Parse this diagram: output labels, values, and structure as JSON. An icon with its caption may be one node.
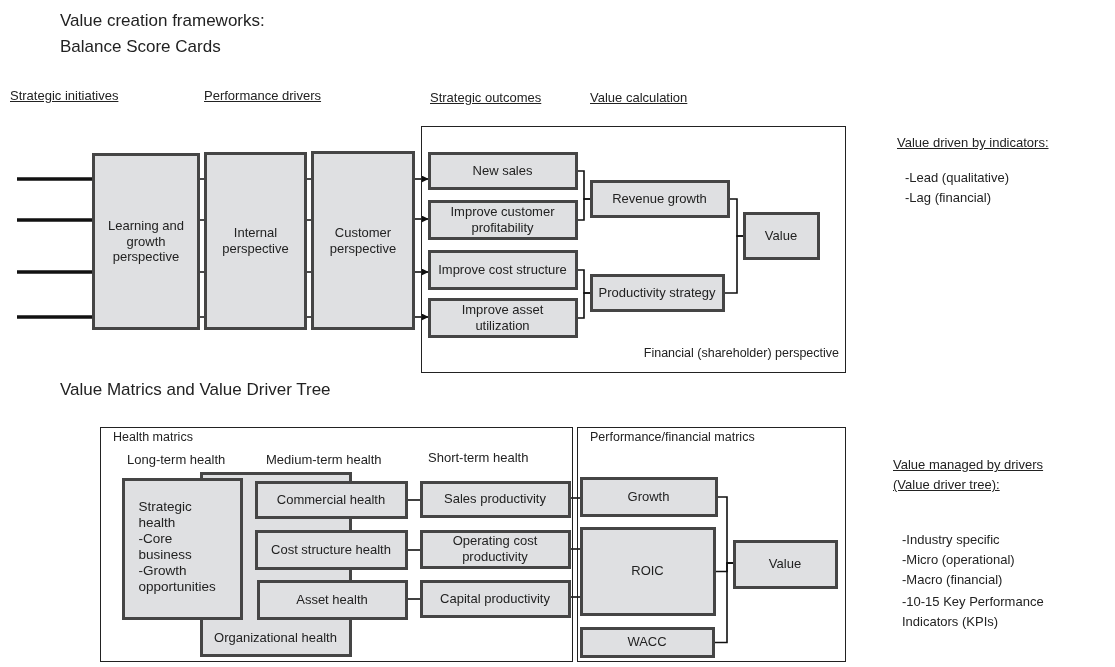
{
  "diagram": {
    "title": "Value creation frameworks: Balance Score Cards",
    "nodes": [
      {
        "text": [
          "Learning and growth perspective"
        ]
      },
      {
        "text": [
          "Internal perspective"
        ]
      },
      {
        "text": [
          "Customer perspective"
        ]
      },
      {
        "text": [
          "Financial (shareholder) perspective"
        ]
      },
      {
        "text": [
          "New sales"
        ],
        "in": 3
      },
      {
        "text": [
          "Improve customer profitability"
        ],
        "in": 3
      },
      {
        "text": [
          "Improve cost structure"
        ],
        "in": 3
      },
      {
        "text": [
          "Improve asset utilization"
        ],
        "in": 3
      },
      {
        "text": [
          "Revenue growth"
        ],
        "in": 3
      },
      {
        "text": [
          "Productivity strategy"
        ],
        "in": 3
      },
      {
        "text": [
          "Value"
        ],
        "in": 3
      },
      {
        "text": [
          "Health matrics"
        ]
      },
      {
        "text": [
          "Strategic health",
          "-Core business",
          "-Growth opportunities"
        ],
        "in": 11
      },
      {
        "text": [
          "Organizational health"
        ],
        "in": 11
      },
      {
        "text": [
          "Commercial health"
        ],
        "in": 11
      },
      {
        "text": [
          "Cost structure health"
        ],
        "in": 11
      },
      {
        "text": [
          "Asset health"
        ],
        "in": 11
      },
      {
        "text": [
          "Sales productivity"
        ],
        "in": 11
      },
      {
        "text": [
          "Operating cost productivity"
        ],
        "in": 11
      },
      {
        "text": [
          "Capital productivity"
        ],
        "in": 11
      },
      {
        "text": [
          "Performance/financial matrics"
        ]
      },
      {
        "text": [
          "Growth"
        ],
        "in": 20
      },
      {
        "text": [
          "ROIC"
        ],
        "in": 20
      },
      {
        "text": [
          "WACC"
        ],
        "in": 20
      },
      {
        "text": [
          "Value"
        ],
        "in": 20
      }
    ],
    "edges": [
      {
        "from": null,
        "to": 0,
        "arrow": "none",
        "style": "thick"
      },
      {
        "from": null,
        "to": 0,
        "arrow": "none",
        "style": "thick"
      },
      {
        "from": null,
        "to": 0,
        "arrow": "none",
        "style": "thick"
      },
      {
        "from": null,
        "to": 0,
        "arrow": "none",
        "style": "thick"
      },
      {
        "from": 0,
        "to": 1,
        "arrow": "none"
      },
      {
        "from": 1,
        "to": 2,
        "arrow": "none"
      },
      {
        "from": 2,
        "to": 4,
        "arrow": "to"
      },
      {
        "from": 2,
        "to": 5,
        "arrow": "to"
      },
      {
        "from": 2,
        "to": 6,
        "arrow": "to"
      },
      {
        "from": 2,
        "to": 7,
        "arrow": "to"
      },
      {
        "from": 4,
        "to": 8,
        "arrow": "none"
      },
      {
        "from": 5,
        "to": 8,
        "arrow": "none"
      },
      {
        "from": 6,
        "to": 9,
        "arrow": "none"
      },
      {
        "from": 7,
        "to": 9,
        "arrow": "none"
      },
      {
        "from": 8,
        "to": 10,
        "arrow": "none"
      },
      {
        "from": 9,
        "to": 10,
        "arrow": "none"
      },
      {
        "from": 14,
        "to": 17,
        "arrow": "none"
      },
      {
        "from": 15,
        "to": 18,
        "arrow": "none"
      },
      {
        "from": 16,
        "to": 19,
        "arrow": "none"
      },
      {
        "from": 17,
        "to": 21,
        "arrow": "none"
      },
      {
        "from": 18,
        "to": 22,
        "arrow": "none"
      },
      {
        "from": 19,
        "to": 22,
        "arrow": "none"
      },
      {
        "from": 21,
        "to": 24,
        "arrow": "none"
      },
      {
        "from": 22,
        "to": 24,
        "arrow": "none"
      },
      {
        "from": 23,
        "to": 24,
        "arrow": "none"
      }
    ],
    "labels": [
      "Strategic initiatives",
      "Performance drivers",
      "Strategic outcomes",
      "Value calculation",
      "Value driven by indicators:",
      "-Lead (qualitative)",
      "-Lag (financial)",
      "Value Matrics and Value Driver Tree",
      "Long-term health",
      "Medium-term health",
      "Short-term health",
      "Value managed by drivers (Value driver tree):",
      "-Industry specific",
      "-Micro (operational)",
      "-Macro (financial)",
      "-10-15 Key Performance Indicators (KPIs)"
    ]
  }
}
